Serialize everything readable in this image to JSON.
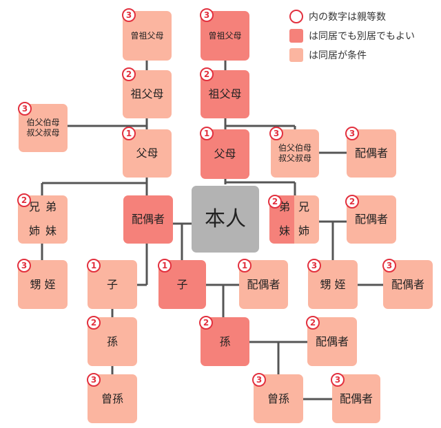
{
  "legend": {
    "circle": "内の数字は親等数",
    "dark": "は同居でも別居でもよい",
    "light": "は同居が条件"
  },
  "boxes": {
    "great_grandparents_left": {
      "label": "曾祖父母",
      "degree": "3"
    },
    "great_grandparents_right": {
      "label": "曾祖父母",
      "degree": "3"
    },
    "grandparents_left": {
      "label": "祖父母",
      "degree": "2"
    },
    "grandparents_right": {
      "label": "祖父母",
      "degree": "2"
    },
    "uncles_aunts_left": {
      "line1": "伯父伯母",
      "line2": "叔父叔母",
      "degree": "3"
    },
    "uncles_aunts_right": {
      "line1": "伯父伯母",
      "line2": "叔父叔母",
      "degree": "3"
    },
    "parents_left": {
      "label": "父母",
      "degree": "1"
    },
    "parents_right": {
      "label": "父母",
      "degree": "1"
    },
    "uncles_spouse": {
      "label": "配偶者",
      "degree": "3"
    },
    "siblings_left": {
      "c1": "兄",
      "c2": "弟",
      "c3": "姉",
      "c4": "妹",
      "degree": "2"
    },
    "siblings_right": {
      "c1": "弟",
      "c2": "兄",
      "c3": "妹",
      "c4": "姉",
      "degree": "2"
    },
    "spouse": {
      "label": "配偶者"
    },
    "self": {
      "label": "本人"
    },
    "siblings_spouse": {
      "label": "配偶者",
      "degree": "2"
    },
    "nephews_left": {
      "label": "甥 姪",
      "degree": "3"
    },
    "child_left": {
      "label": "子",
      "degree": "1"
    },
    "child_center": {
      "label": "子",
      "degree": "1"
    },
    "child_spouse": {
      "label": "配偶者",
      "degree": "1"
    },
    "nephews_right": {
      "label": "甥 姪",
      "degree": "3"
    },
    "nephews_spouse": {
      "label": "配偶者",
      "degree": "3"
    },
    "grandchild_left": {
      "label": "孫",
      "degree": "2"
    },
    "grandchild_center": {
      "label": "孫",
      "degree": "2"
    },
    "grandchild_spouse": {
      "label": "配偶者",
      "degree": "2"
    },
    "great_grandchild_left": {
      "label": "曾孫",
      "degree": "3"
    },
    "great_grandchild_center": {
      "label": "曾孫",
      "degree": "3"
    },
    "great_grandchild_spouse": {
      "label": "配偶者",
      "degree": "3"
    }
  }
}
